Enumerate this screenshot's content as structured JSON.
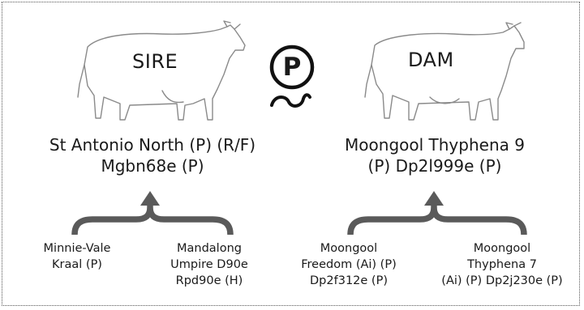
{
  "sire": {
    "role_label": "SIRE",
    "name_line1": "St Antonio North (P) (R/F)",
    "name_line2": "Mgbn68e (P)",
    "parents": [
      {
        "line1": "Minnie-Vale",
        "line2": "Kraal (P)",
        "line3": ""
      },
      {
        "line1": "Mandalong",
        "line2": "Umpire D90e",
        "line3": "Rpd90e (H)"
      }
    ]
  },
  "dam": {
    "role_label": "DAM",
    "name_line1": "Moongool Thyphena 9",
    "name_line2": "(P) Dp2l999e (P)",
    "parents": [
      {
        "line1": "Moongool",
        "line2": "Freedom (Ai) (P)",
        "line3": "Dp2f312e (P)"
      },
      {
        "line1": "Moongool",
        "line2": "Thyphena 7",
        "line3": "(Ai) (P) Dp2j230e (P)"
      }
    ]
  },
  "center_symbol": {
    "letter": "P",
    "icon": "polled-symbol-icon"
  },
  "colors": {
    "arrow": "#5a5a5a",
    "outline": "#8a8a8a",
    "text": "#1a1a1a"
  }
}
